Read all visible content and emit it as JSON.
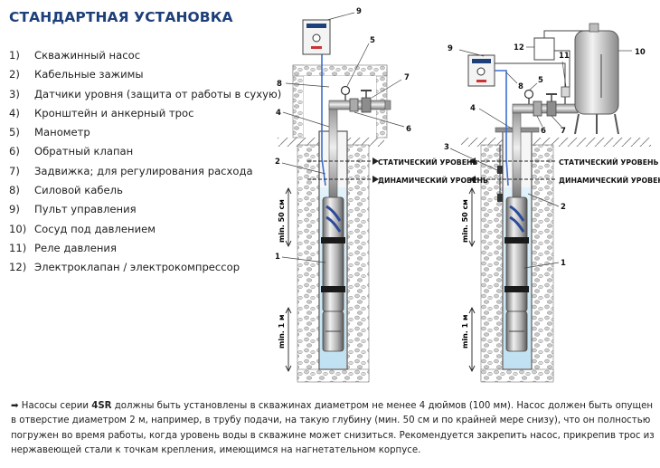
{
  "title": "СТАНДАРТНАЯ УСТАНОВКА",
  "legend": [
    {
      "num": "1)",
      "text": "Скважинный насос"
    },
    {
      "num": "2)",
      "text": "Кабельные зажимы"
    },
    {
      "num": "3)",
      "text": "Датчики уровня (защита от работы в сухую)"
    },
    {
      "num": "4)",
      "text": "Кронштейн и анкерный трос"
    },
    {
      "num": "5)",
      "text": "Манометр"
    },
    {
      "num": "6)",
      "text": "Обратный клапан"
    },
    {
      "num": "7)",
      "text": "Задвижка; для регулирования расхода"
    },
    {
      "num": "8)",
      "text": "Силовой кабель"
    },
    {
      "num": "9)",
      "text": "Пульт управления"
    },
    {
      "num": "10)",
      "text": "Сосуд под давлением"
    },
    {
      "num": "11)",
      "text": "Реле давления"
    },
    {
      "num": "12)",
      "text": "Электроклапан / электрокомпрессор"
    }
  ],
  "diagram": {
    "static_level": "СТАТИЧЕСКИЙ УРОВЕНЬ",
    "dynamic_level": "ДИНАМИЧЕСКИЙ УРОВЕНЬ",
    "min_50": "min. 50 см",
    "min_1m": "min. 1 м",
    "left_callouts": [
      "9",
      "5",
      "8",
      "7",
      "4",
      "6",
      "2",
      "1"
    ],
    "right_callouts": [
      "9",
      "12",
      "11",
      "10",
      "5",
      "8",
      "4",
      "6",
      "7",
      "3",
      "2",
      "1"
    ]
  },
  "note": {
    "arrow": "➡",
    "part1": "Насосы серии ",
    "bold": "4SR",
    "part2": " должны быть установлены в скважинах диаметром не менее 4 дюймов (100 мм). Насос должен быть опущен в отверстие диаметром 2 м, например, в трубу подачи, на такую глубину (мин. 50 см и по крайней мере снизу), что он полностью погружен во время работы, когда уровень воды в скважине может снизиться. Рекомендуется закрепить насос, прикрепив трос из нержавеющей стали к точкам крепления, имеющимся на нагнетательном корпусе."
  }
}
